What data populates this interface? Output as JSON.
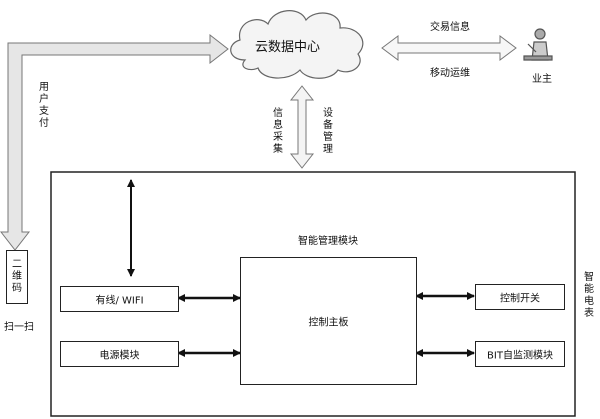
{
  "cloud": {
    "label": "云数据中心"
  },
  "owner": {
    "label": "业主",
    "icon": "person-at-desk-icon"
  },
  "links": {
    "transaction": "交易信息",
    "mobile_ops": "移动运维",
    "user_payment": "用户支付",
    "info_collect": "信息采集",
    "device_mgmt": "设备管理",
    "scan": "扫一扫"
  },
  "qr_box": {
    "label": "二维码"
  },
  "meter": {
    "label": "智能电表",
    "module_title": "智能管理模块",
    "main_board": "控制主板",
    "wired_wifi": "有线/ WIFI",
    "power_module": "电源模块",
    "control_switch": "控制开关",
    "bit_module": "BIT自监测模块"
  }
}
